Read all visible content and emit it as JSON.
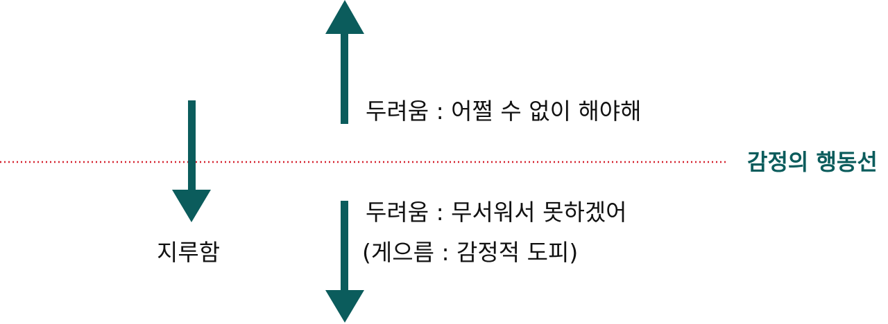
{
  "labels": {
    "fear_urgent": "두려움 : 어쩔 수 없이 해야해",
    "fear_scared": "두려움 : 무서워서 못하겠어",
    "laziness": "(게으름 : 감정적 도피)",
    "boredom": "지루함",
    "emotion_line": "감정의 행동선"
  },
  "colors": {
    "arrow": "#0b5c5c",
    "emotion_line": "#d41f2a",
    "emotion_line_label": "#0b5c5c",
    "text": "#111111"
  }
}
